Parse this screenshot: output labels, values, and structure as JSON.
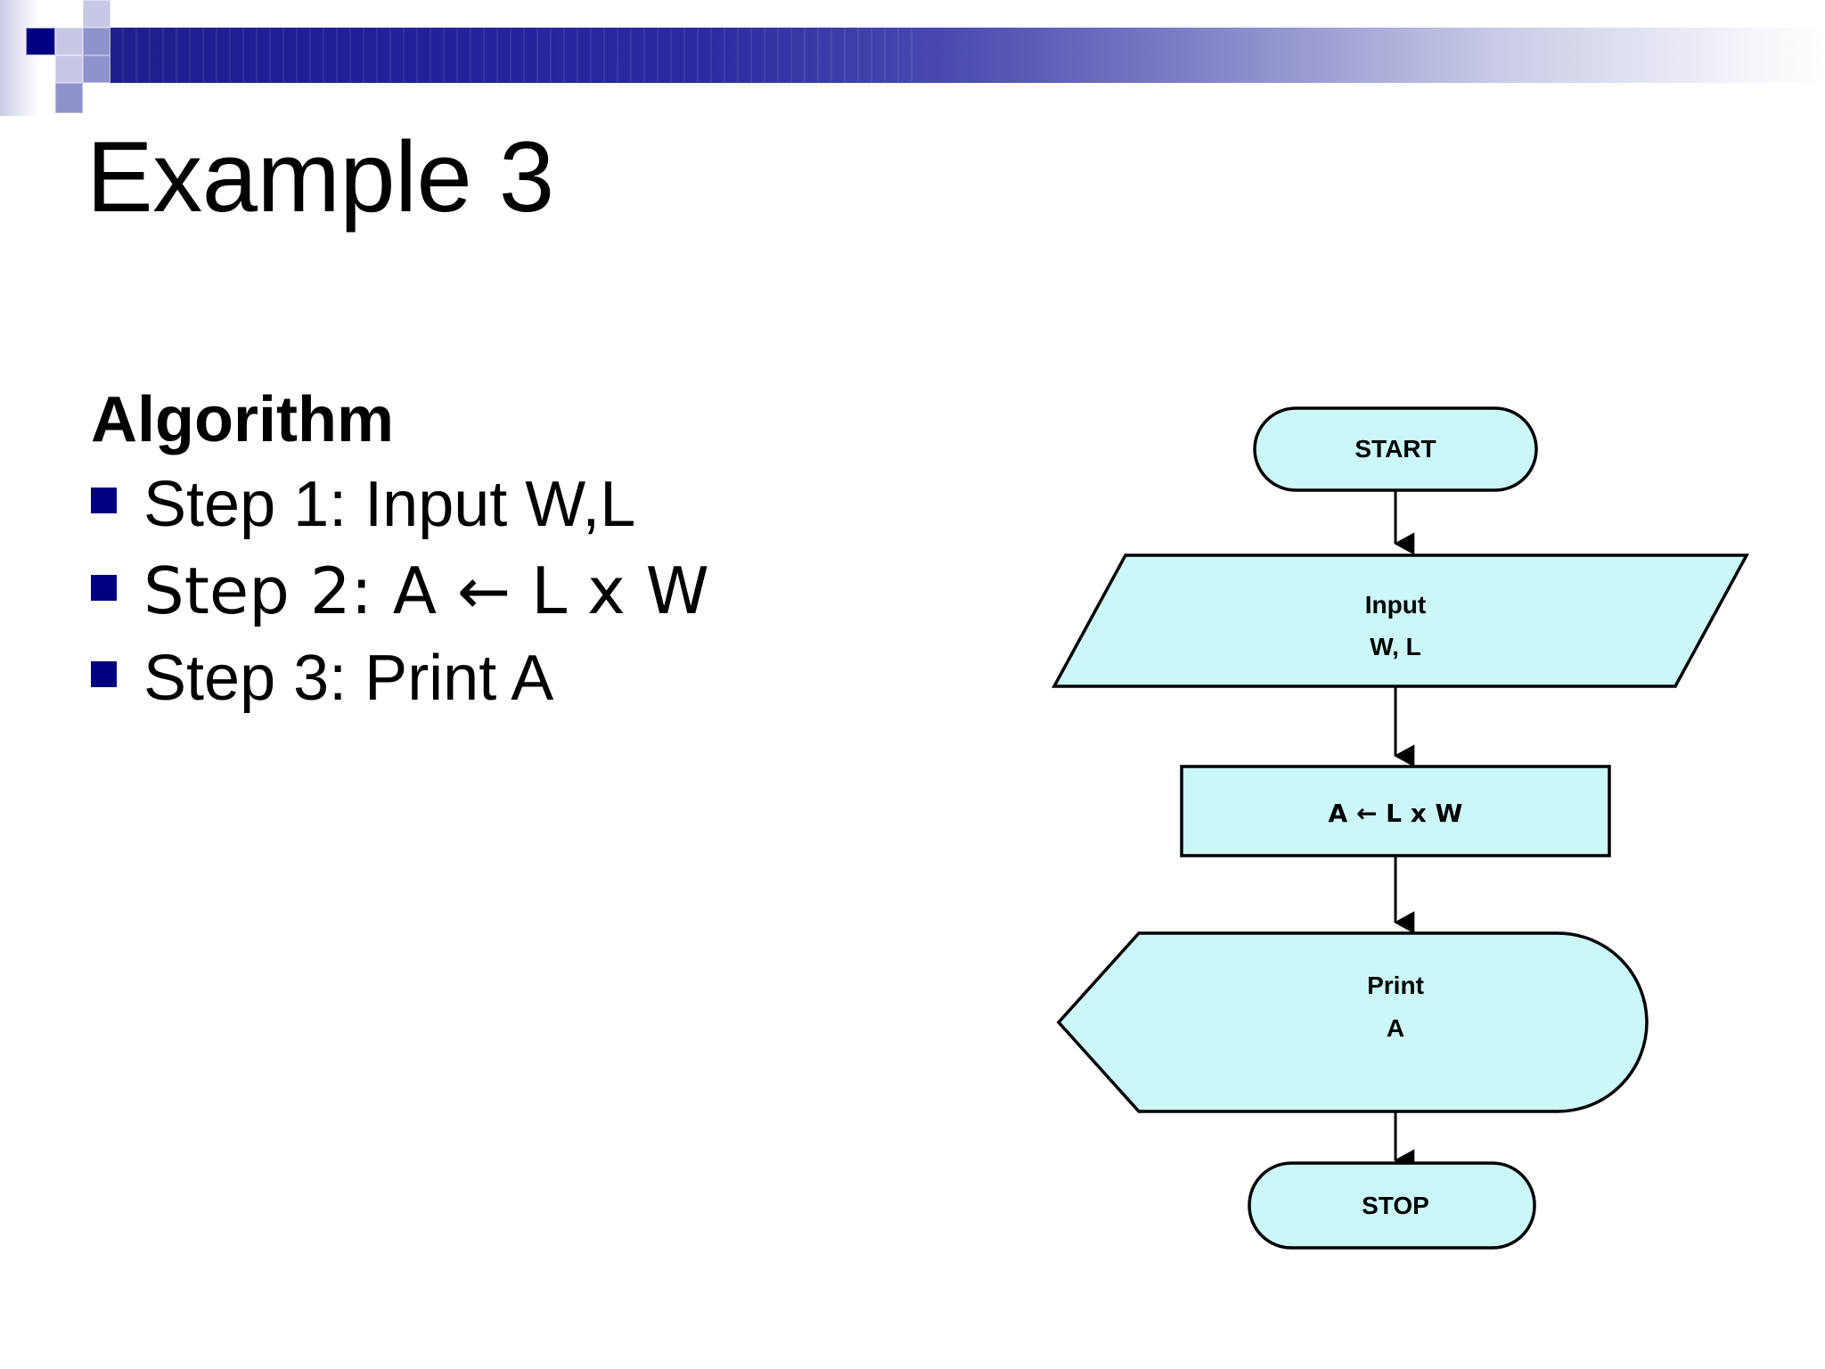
{
  "slide": {
    "title": "Example 3",
    "heading": "Algorithm",
    "bullets": [
      {
        "label": "Step 1:  Input W,L"
      },
      {
        "label": "Step 2:  A ← L  x  W"
      },
      {
        "label": "Step 3:  Print A"
      }
    ]
  },
  "theme": {
    "banner_navy": "#000080",
    "banner_mid": "#9093cb",
    "banner_light": "#c6c8e6",
    "bullet_color": "#000080",
    "flow_fill": "#ccf7f7",
    "flow_stroke": "#000000",
    "text_color": "#000000",
    "background": "#ffffff"
  },
  "flowchart": {
    "type": "flowchart",
    "orientation": "vertical",
    "nodes": [
      {
        "id": "start",
        "shape": "terminator-pill",
        "text": "START"
      },
      {
        "id": "input",
        "shape": "parallelogram-input",
        "line1": "Input",
        "line2": "W, L"
      },
      {
        "id": "process",
        "shape": "rectangle-process",
        "text": "A ← L x W"
      },
      {
        "id": "print",
        "shape": "display-output",
        "line1": "Print",
        "line2": "A"
      },
      {
        "id": "stop",
        "shape": "terminator-pill",
        "text": "STOP"
      }
    ],
    "edges": [
      {
        "from": "start",
        "to": "input",
        "arrow": "down"
      },
      {
        "from": "input",
        "to": "process",
        "arrow": "down"
      },
      {
        "from": "process",
        "to": "print",
        "arrow": "down"
      },
      {
        "from": "print",
        "to": "stop",
        "arrow": "down"
      }
    ]
  }
}
